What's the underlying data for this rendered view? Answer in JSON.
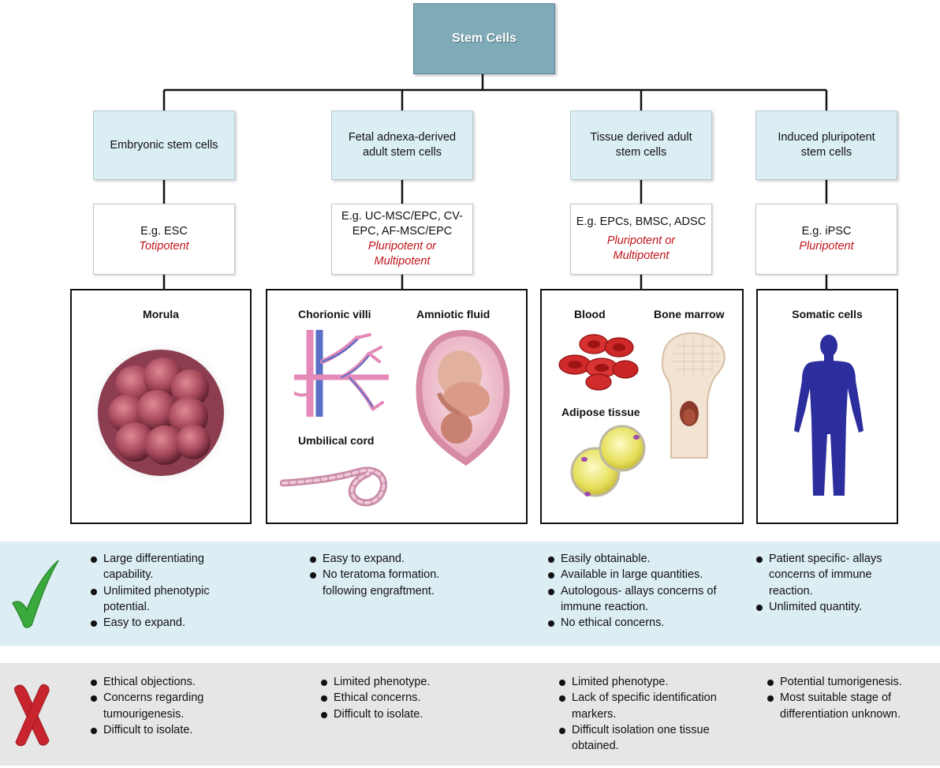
{
  "root": {
    "label": "Stem Cells"
  },
  "columns": [
    {
      "category": "Embryonic stem cells",
      "example": "E.g. ESC",
      "potency": "Totipotent",
      "sources": [
        "Morula"
      ],
      "advantages": [
        "Large differentiating capability.",
        "Unlimited phenotypic potential.",
        "Easy to expand."
      ],
      "disadvantages": [
        "Ethical objections.",
        "Concerns regarding tumourigenesis.",
        "Difficult to isolate."
      ]
    },
    {
      "category": "Fetal adnexa-derived adult stem cells",
      "example": "E.g. UC-MSC/EPC, CV-EPC, AF-MSC/EPC",
      "potency": "Pluripotent or Multipotent",
      "sources": [
        "Chorionic villi",
        "Amniotic fluid",
        "Umbilical cord"
      ],
      "advantages": [
        "Easy to expand.",
        "No teratoma formation. following engraftment."
      ],
      "disadvantages": [
        "Limited phenotype.",
        "Ethical concerns.",
        "Difficult to isolate."
      ]
    },
    {
      "category": "Tissue derived adult stem cells",
      "example": "E.g. EPCs, BMSC, ADSC",
      "potency": "Pluripotent or Multipotent",
      "sources": [
        "Blood",
        "Bone marrow",
        "Adipose tissue"
      ],
      "advantages": [
        "Easily obtainable.",
        "Available in large quantities.",
        "Autologous- allays concerns of immune reaction.",
        "No ethical concerns."
      ],
      "disadvantages": [
        "Limited phenotype.",
        "Lack of specific identification markers.",
        "Difficult isolation one tissue obtained."
      ]
    },
    {
      "category": "Induced pluripotent stem cells",
      "example": "E.g. iPSC",
      "potency": "Pluripotent",
      "sources": [
        "Somatic cells"
      ],
      "advantages": [
        "Patient specific- allays concerns of immune reaction.",
        "Unlimited quantity."
      ],
      "disadvantages": [
        "Potential tumorigenesis.",
        "Most suitable stage of differentiation unknown."
      ]
    }
  ],
  "icons": {
    "advantages": "check-mark-icon",
    "disadvantages": "cross-mark-icon"
  },
  "colors": {
    "root": "#7fabb9",
    "category": "#dbeef4",
    "potency": "#c0141b",
    "pros_band": "#dcedf3",
    "cons_band": "#e6e6e6",
    "check": "#3aaa3c",
    "cross": "#c8242d"
  }
}
